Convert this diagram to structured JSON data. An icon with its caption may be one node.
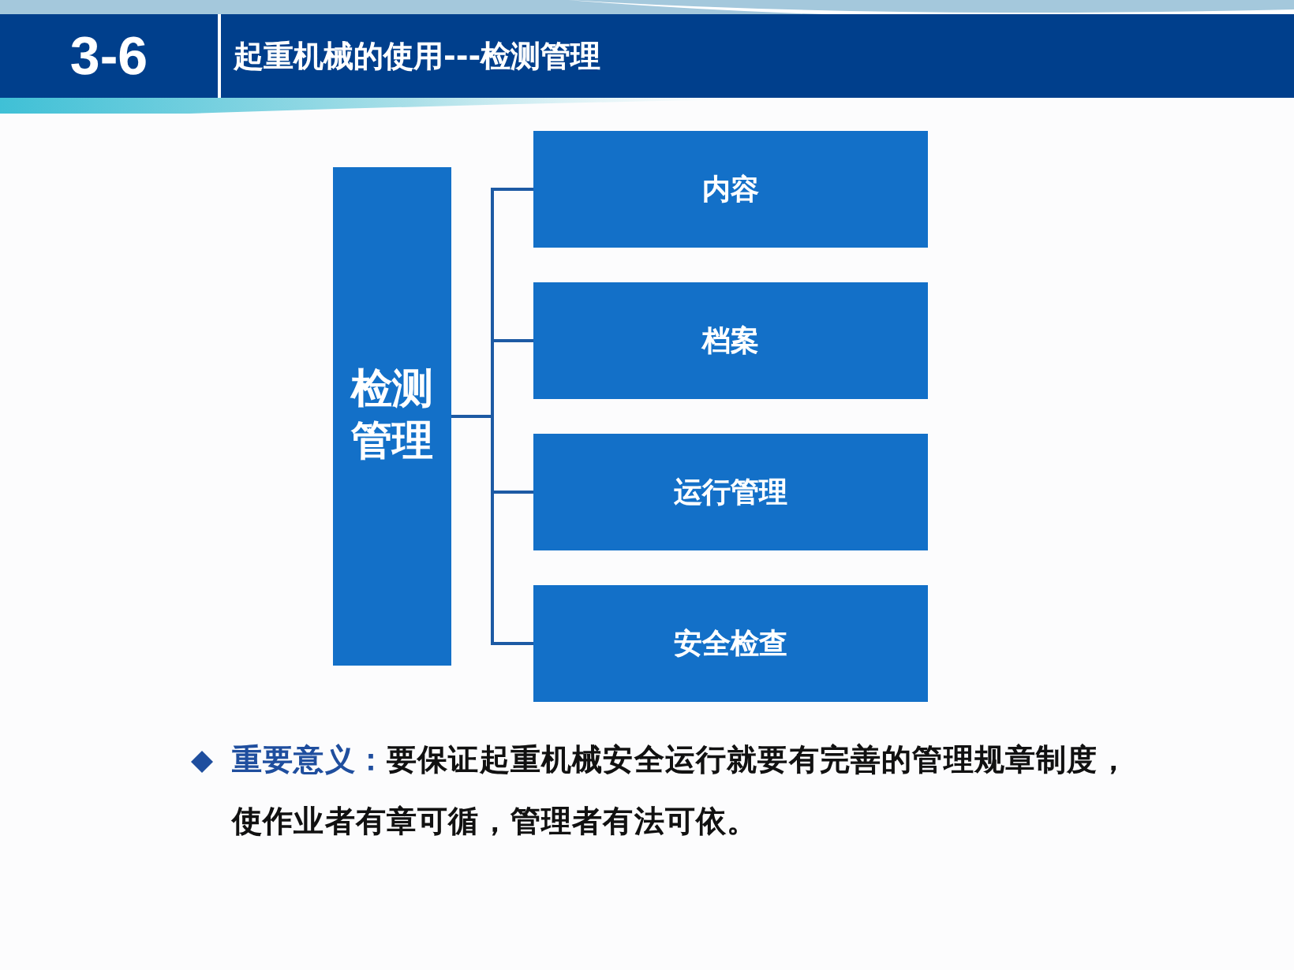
{
  "diagram": {
    "title": "起重机械的使用---检测管理",
    "nodes": [
      {
        "text": [
          "检测管理"
        ]
      },
      {
        "text": [
          "内容"
        ]
      },
      {
        "text": [
          "档案"
        ]
      },
      {
        "text": [
          "运行管理"
        ]
      },
      {
        "text": [
          "安全检查"
        ]
      }
    ],
    "edges": [
      {
        "from": 0,
        "to": 1,
        "arrow": "none"
      },
      {
        "from": 0,
        "to": 2,
        "arrow": "none"
      },
      {
        "from": 0,
        "to": 3,
        "arrow": "none"
      },
      {
        "from": 0,
        "to": 4,
        "arrow": "none"
      }
    ],
    "labels": [
      "3-6",
      "**重要意义：**要保证起重机械安全运行就要有完善的管理规章制度，使作业者有章可循，管理者有法可依。"
    ]
  }
}
